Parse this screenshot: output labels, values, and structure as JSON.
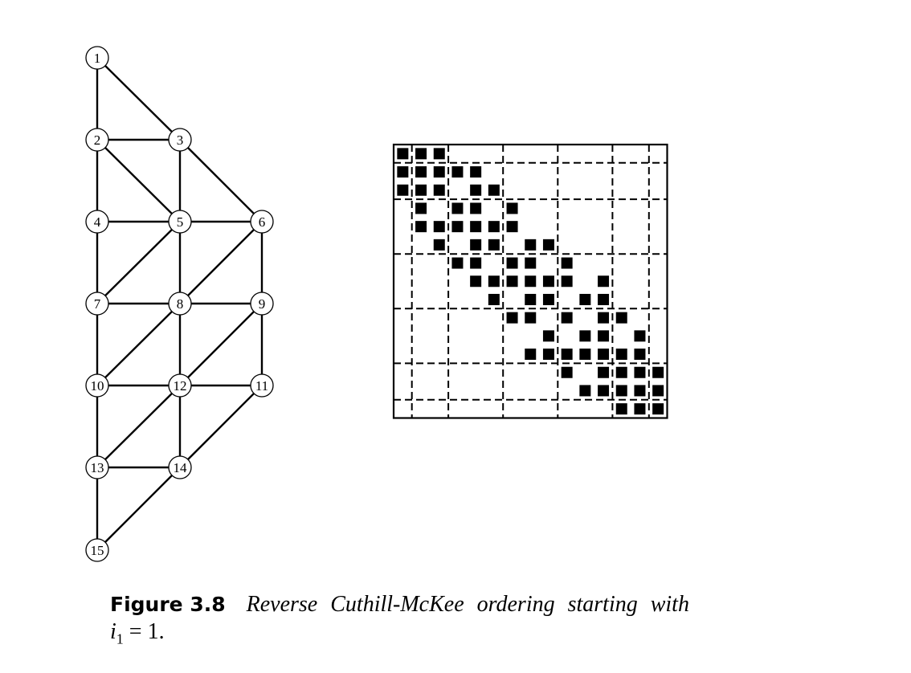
{
  "graph": {
    "nodes": [
      {
        "id": 1,
        "label": "1"
      },
      {
        "id": 2,
        "label": "2"
      },
      {
        "id": 3,
        "label": "3"
      },
      {
        "id": 4,
        "label": "4"
      },
      {
        "id": 5,
        "label": "5"
      },
      {
        "id": 6,
        "label": "6"
      },
      {
        "id": 7,
        "label": "7"
      },
      {
        "id": 8,
        "label": "8"
      },
      {
        "id": 9,
        "label": "9"
      },
      {
        "id": 10,
        "label": "10"
      },
      {
        "id": 11,
        "label": "11"
      },
      {
        "id": 12,
        "label": "12"
      },
      {
        "id": 13,
        "label": "13"
      },
      {
        "id": 14,
        "label": "14"
      },
      {
        "id": 15,
        "label": "15"
      }
    ],
    "edges": [
      [
        1,
        2
      ],
      [
        1,
        3
      ],
      [
        2,
        3
      ],
      [
        2,
        4
      ],
      [
        2,
        5
      ],
      [
        3,
        5
      ],
      [
        3,
        6
      ],
      [
        4,
        5
      ],
      [
        4,
        7
      ],
      [
        5,
        6
      ],
      [
        5,
        7
      ],
      [
        5,
        8
      ],
      [
        6,
        8
      ],
      [
        6,
        9
      ],
      [
        7,
        8
      ],
      [
        7,
        10
      ],
      [
        8,
        9
      ],
      [
        8,
        10
      ],
      [
        8,
        12
      ],
      [
        9,
        11
      ],
      [
        9,
        12
      ],
      [
        10,
        12
      ],
      [
        10,
        13
      ],
      [
        11,
        12
      ],
      [
        11,
        14
      ],
      [
        12,
        13
      ],
      [
        12,
        14
      ],
      [
        13,
        14
      ],
      [
        13,
        15
      ],
      [
        14,
        15
      ]
    ]
  },
  "matrix": {
    "size": 15,
    "block_boundaries": [
      1,
      3,
      6,
      9,
      12,
      14
    ],
    "nonzeros": [
      [
        1,
        1
      ],
      [
        1,
        2
      ],
      [
        1,
        3
      ],
      [
        2,
        1
      ],
      [
        2,
        2
      ],
      [
        2,
        3
      ],
      [
        2,
        4
      ],
      [
        2,
        5
      ],
      [
        3,
        1
      ],
      [
        3,
        2
      ],
      [
        3,
        3
      ],
      [
        3,
        5
      ],
      [
        3,
        6
      ],
      [
        4,
        2
      ],
      [
        4,
        4
      ],
      [
        4,
        5
      ],
      [
        4,
        7
      ],
      [
        5,
        2
      ],
      [
        5,
        3
      ],
      [
        5,
        4
      ],
      [
        5,
        5
      ],
      [
        5,
        6
      ],
      [
        5,
        7
      ],
      [
        6,
        3
      ],
      [
        6,
        5
      ],
      [
        6,
        6
      ],
      [
        6,
        8
      ],
      [
        6,
        9
      ],
      [
        7,
        4
      ],
      [
        7,
        5
      ],
      [
        7,
        7
      ],
      [
        7,
        8
      ],
      [
        7,
        10
      ],
      [
        8,
        5
      ],
      [
        8,
        6
      ],
      [
        8,
        7
      ],
      [
        8,
        8
      ],
      [
        8,
        9
      ],
      [
        8,
        10
      ],
      [
        8,
        12
      ],
      [
        9,
        6
      ],
      [
        9,
        8
      ],
      [
        9,
        9
      ],
      [
        9,
        11
      ],
      [
        9,
        12
      ],
      [
        10,
        7
      ],
      [
        10,
        8
      ],
      [
        10,
        10
      ],
      [
        10,
        12
      ],
      [
        10,
        13
      ],
      [
        11,
        9
      ],
      [
        11,
        11
      ],
      [
        11,
        12
      ],
      [
        11,
        14
      ],
      [
        12,
        8
      ],
      [
        12,
        9
      ],
      [
        12,
        10
      ],
      [
        12,
        11
      ],
      [
        12,
        12
      ],
      [
        12,
        13
      ],
      [
        12,
        14
      ],
      [
        13,
        10
      ],
      [
        13,
        12
      ],
      [
        13,
        13
      ],
      [
        13,
        14
      ],
      [
        13,
        15
      ],
      [
        14,
        11
      ],
      [
        14,
        12
      ],
      [
        14,
        13
      ],
      [
        14,
        14
      ],
      [
        14,
        15
      ],
      [
        15,
        13
      ],
      [
        15,
        14
      ],
      [
        15,
        15
      ]
    ]
  },
  "caption": {
    "label": "Figure 3.8",
    "text": "Reverse Cuthill-McKee ordering starting with",
    "line2_var": "i",
    "line2_sub": "1",
    "line2_rest": " = 1."
  }
}
